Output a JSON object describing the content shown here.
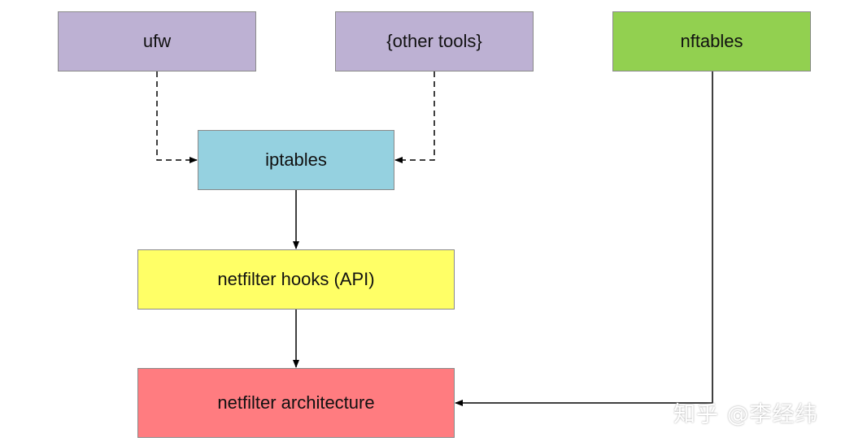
{
  "colors": {
    "tool_box": "#bdb1d3",
    "nftables_box": "#92d050",
    "iptables_box": "#95d1e0",
    "hooks_box": "#ffff66",
    "architecture_box": "#ff7c80",
    "edge": "#000000"
  },
  "nodes": {
    "ufw": "ufw",
    "other_tools": "{other tools}",
    "nftables": "nftables",
    "iptables": "iptables",
    "hooks": "netfilter hooks (API)",
    "architecture": "netfilter architecture"
  },
  "edges": [
    {
      "from": "ufw",
      "to": "iptables",
      "style": "dashed"
    },
    {
      "from": "other_tools",
      "to": "iptables",
      "style": "dashed"
    },
    {
      "from": "iptables",
      "to": "hooks",
      "style": "solid"
    },
    {
      "from": "hooks",
      "to": "architecture",
      "style": "solid"
    },
    {
      "from": "nftables",
      "to": "architecture",
      "style": "solid"
    }
  ],
  "watermark": "知乎 @李经纬"
}
